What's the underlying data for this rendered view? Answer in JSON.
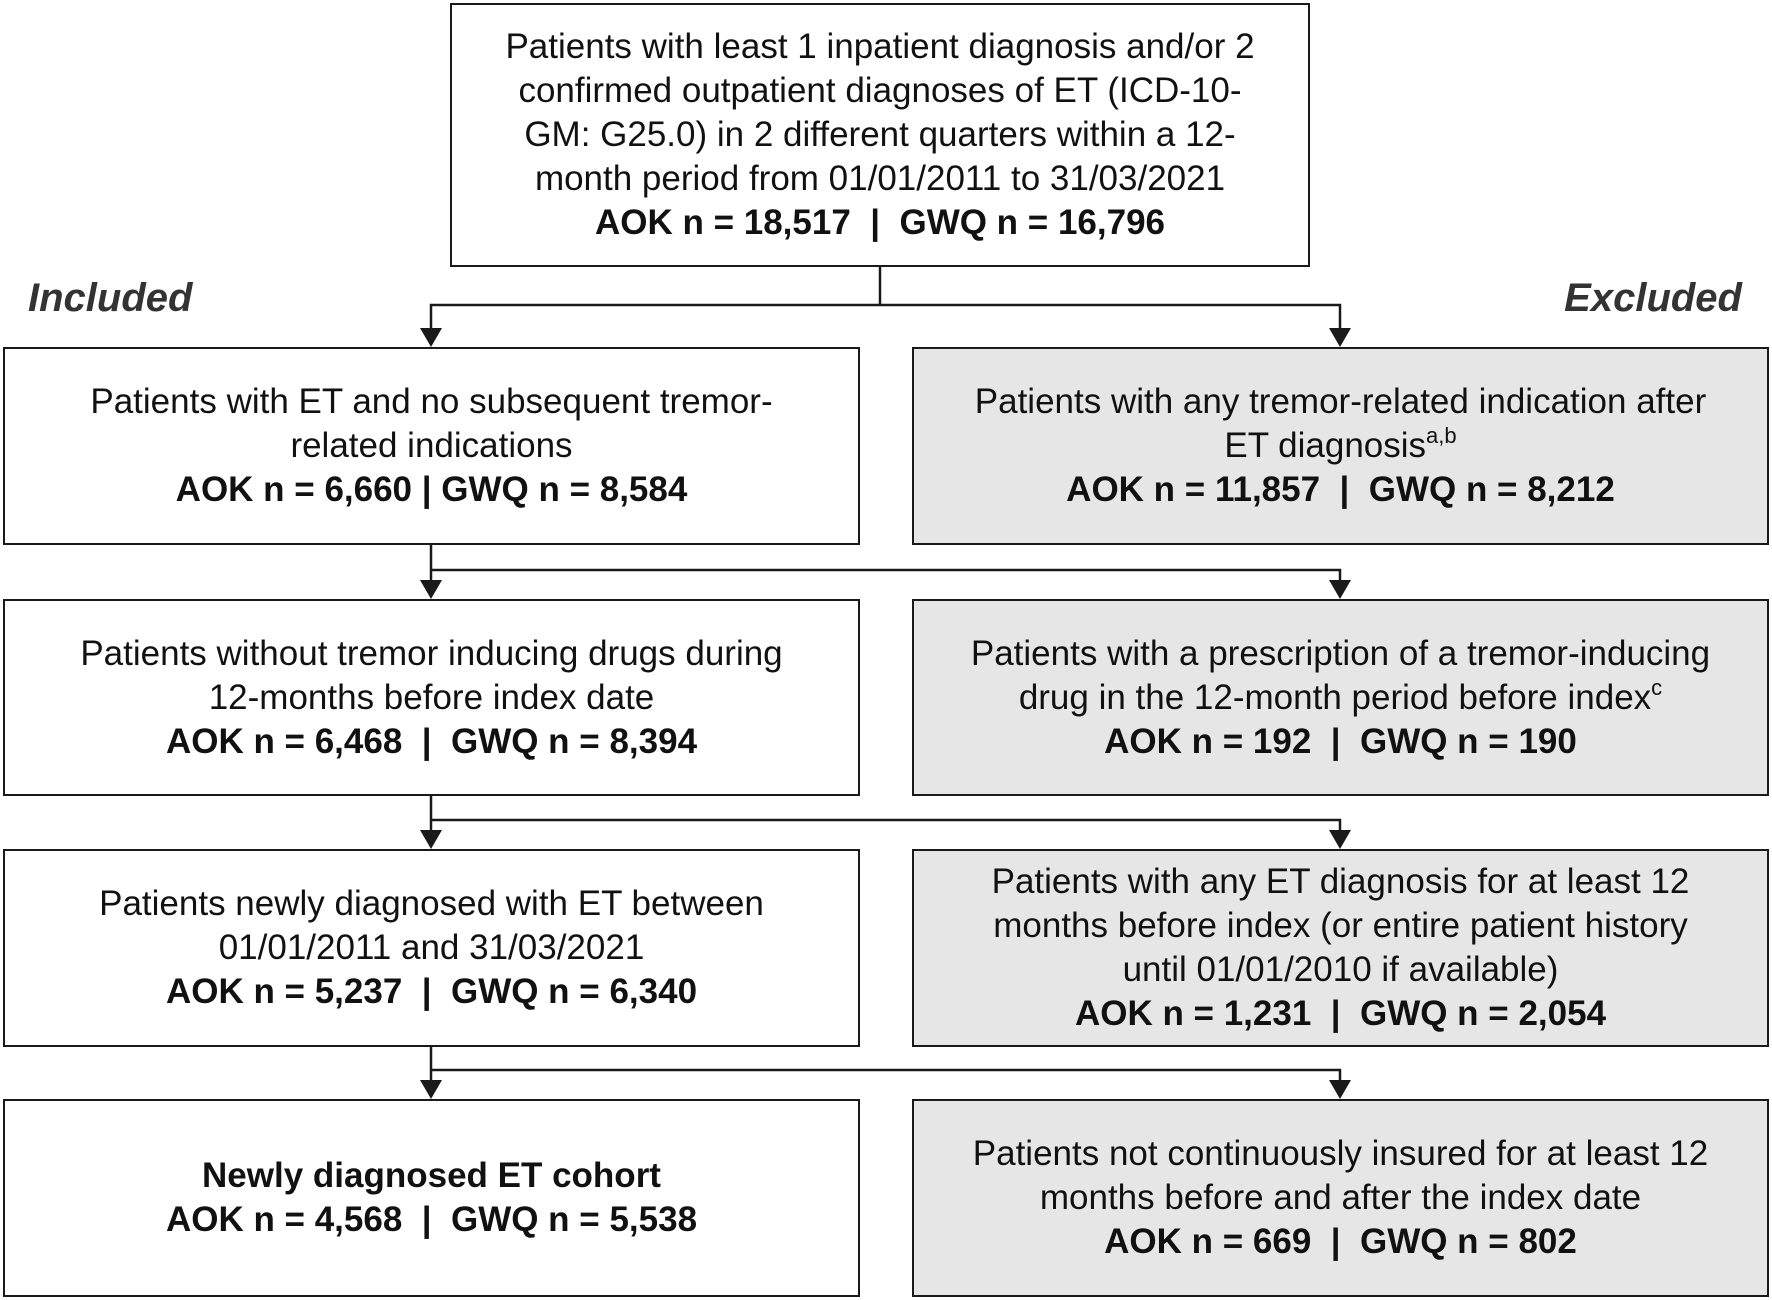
{
  "top": {
    "lines": [
      "Patients with least 1 inpatient diagnosis and/or 2",
      "confirmed outpatient diagnoses of ET (ICD-10-",
      "GM: G25.0) in 2 different quarters within a 12-",
      "month period from 01/01/2011 to 31/03/2021"
    ],
    "counts": "AOK n = 18,517  |  GWQ n = 16,796"
  },
  "labels": {
    "included": "Included",
    "excluded": "Excluded"
  },
  "included": [
    {
      "lines": [
        "Patients with ET and no subsequent tremor-",
        "related indications"
      ],
      "counts": "AOK n = 6,660 | GWQ n = 8,584"
    },
    {
      "lines": [
        "Patients without tremor inducing drugs during",
        "12-months before index date"
      ],
      "counts": "AOK n = 6,468  |  GWQ n = 8,394"
    },
    {
      "lines": [
        "Patients newly diagnosed with ET between",
        "01/01/2011 and 31/03/2021"
      ],
      "counts": "AOK n = 5,237  |  GWQ n = 6,340"
    },
    {
      "title": "Newly diagnosed ET cohort",
      "counts": "AOK n = 4,568  |  GWQ n = 5,538"
    }
  ],
  "excluded": [
    {
      "lines": [
        "Patients with any tremor-related indication after",
        "ET diagnosis"
      ],
      "sup": "a,b",
      "counts": "AOK n = 11,857  |  GWQ n = 8,212"
    },
    {
      "lines": [
        "Patients with a prescription of a tremor-inducing",
        "drug in the 12-month period before index"
      ],
      "sup": "c",
      "counts": "AOK n = 192  |  GWQ n = 190"
    },
    {
      "lines": [
        "Patients with any ET diagnosis for at least 12",
        "months before index (or entire patient history",
        "until 01/01/2010 if available)"
      ],
      "counts": "AOK n = 1,231  |  GWQ n = 2,054"
    },
    {
      "lines": [
        "Patients not continuously insured for at least 12",
        "months before and after the index date"
      ],
      "counts": "AOK n = 669  |  GWQ n = 802"
    }
  ]
}
